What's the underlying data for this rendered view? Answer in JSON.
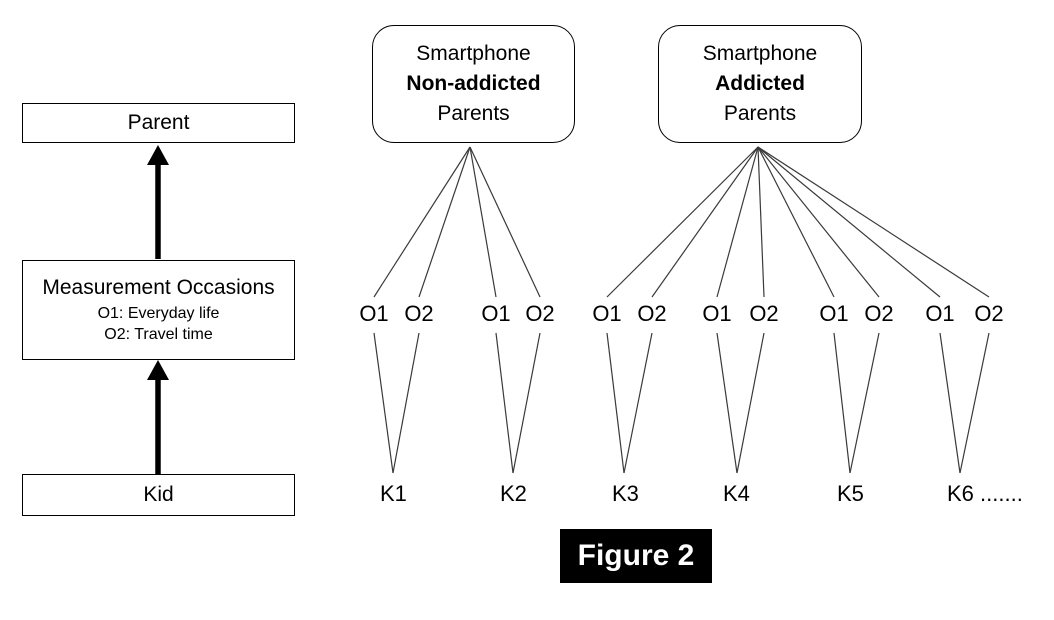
{
  "figure_caption": "Figure 2",
  "left_column": {
    "parent_label": "Parent",
    "measurement_title": "Measurement Occasions",
    "measurement_items": [
      "O1: Everyday life",
      "O2: Travel time"
    ],
    "kid_label": "Kid"
  },
  "groups": [
    {
      "id": "non-addicted-parents",
      "lines": [
        "Smartphone",
        "Non-addicted",
        "Parents"
      ],
      "kid_count": 2
    },
    {
      "id": "addicted-parents",
      "lines": [
        "Smartphone",
        "Addicted",
        "Parents"
      ],
      "kid_count": 4
    }
  ],
  "occasion_pair": [
    "O1",
    "O2"
  ],
  "kid_labels": [
    "K1",
    "K2",
    "K3",
    "K4",
    "K5",
    "K6 ......."
  ],
  "colors": {
    "background": "#ffffff",
    "text": "#000000",
    "box_border": "#000000",
    "connector_line": "#3a3a3a",
    "arrow": "#000000",
    "caption_background": "#000000",
    "caption_text": "#ffffff"
  }
}
